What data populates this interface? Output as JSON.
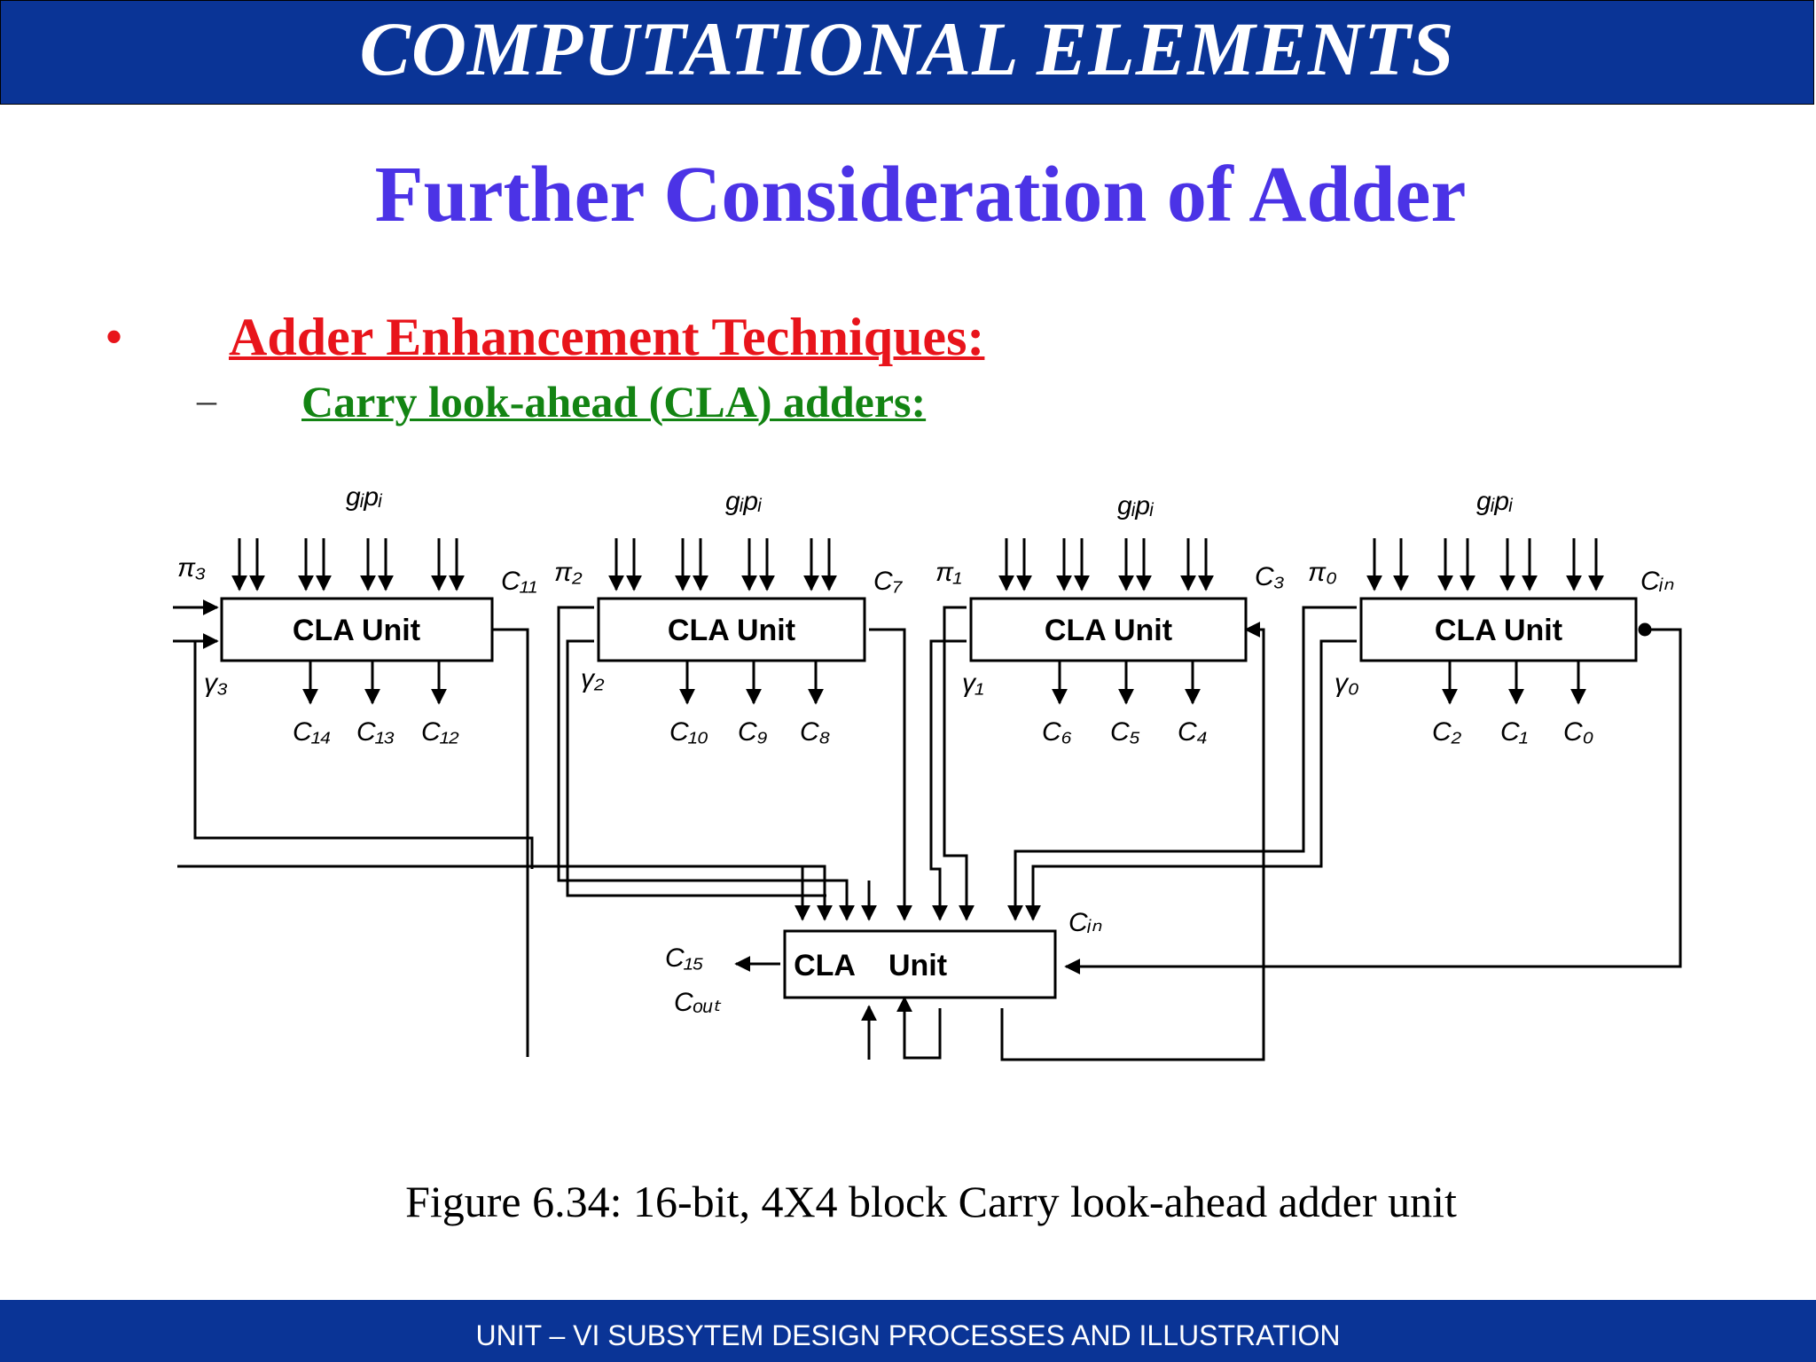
{
  "header": {
    "title": "COMPUTATIONAL ELEMENTS"
  },
  "slide": {
    "title": "Further Consideration of Adder"
  },
  "content": {
    "bullet": "•",
    "heading1": "Adder Enhancement Techniques:",
    "dash": "–",
    "heading2": "Carry look-ahead (CLA) adders:"
  },
  "figure": {
    "block_label": "CLA Unit",
    "center_label_a": "CLA",
    "center_label_b": "Unit",
    "blocks": [
      {
        "input": "gᵢpᵢ",
        "pi": "π₃",
        "gamma": "γ₃",
        "carry_out": "C₁₁",
        "outputs": [
          "C₁₄",
          "C₁₃",
          "C₁₂"
        ]
      },
      {
        "input": "gᵢpᵢ",
        "pi": "π₂",
        "gamma": "γ₂",
        "carry_in": "C₇",
        "outputs": [
          "C₁₀",
          "C₉",
          "C₈"
        ]
      },
      {
        "input": "gᵢpᵢ",
        "pi": "π₁",
        "gamma": "γ₁",
        "carry_in": "C₃",
        "outputs": [
          "C₆",
          "C₅",
          "C₄"
        ]
      },
      {
        "input": "gᵢpᵢ",
        "pi": "π₀",
        "gamma": "γ₀",
        "carry_in": "Cᵢₙ",
        "outputs": [
          "C₂",
          "C₁",
          "C₀"
        ]
      }
    ],
    "c15": "C₁₅",
    "cout": "Cₒᵤₜ",
    "cin": "Cᵢₙ"
  },
  "caption": "Figure 6.34: 16-bit, 4X4 block Carry look-ahead adder unit",
  "footer": {
    "text": "UNIT – VI SUBSYTEM DESIGN PROCESSES AND ILLUSTRATION"
  },
  "colors": {
    "header_bg": "#0a3496",
    "title": "#4b33e6",
    "heading1": "#e8141b",
    "heading2": "#138413"
  }
}
